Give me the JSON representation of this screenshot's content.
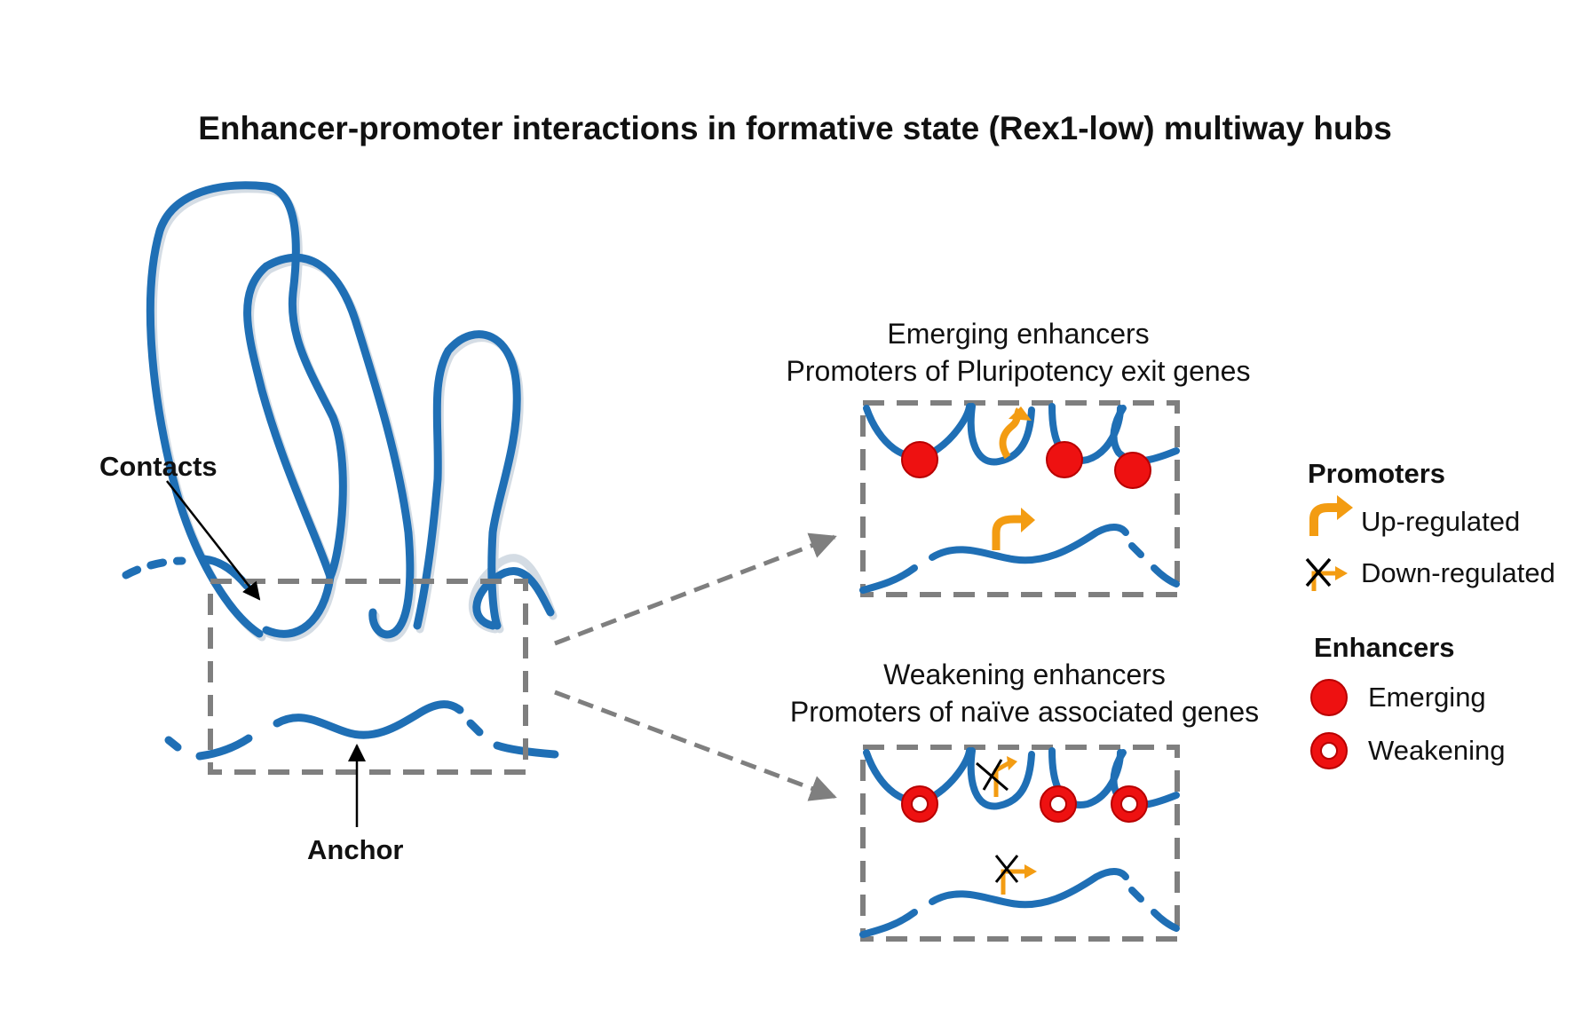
{
  "title": "Enhancer-promoter interactions in formative state (Rex1-low) multiway hubs",
  "labels": {
    "contacts": "Contacts",
    "anchor": "Anchor"
  },
  "panels": [
    {
      "line1": "Emerging enhancers",
      "line2": "Promoters of Pluripotency exit genes",
      "enhancer_style": "emerging",
      "promoter_style": "up"
    },
    {
      "line1": "Weakening enhancers",
      "line2": "Promoters of naïve associated genes",
      "enhancer_style": "weakening",
      "promoter_style": "down"
    }
  ],
  "legend": {
    "promoters_heading": "Promoters",
    "promoters": [
      {
        "label": "Up-regulated",
        "icon": "up-arrow-icon"
      },
      {
        "label": "Down-regulated",
        "icon": "crossed-arrow-icon"
      }
    ],
    "enhancers_heading": "Enhancers",
    "enhancers": [
      {
        "label": "Emerging",
        "icon": "filled-red-circle-icon"
      },
      {
        "label": "Weakening",
        "icon": "ring-red-circle-icon"
      }
    ]
  },
  "colors": {
    "chromatin": "#1f6fb5",
    "chromatin_dark": "#164f86",
    "promoter": "#f39c12",
    "enhancer": "#ee1111",
    "dashed_box": "#7f7f7f"
  }
}
